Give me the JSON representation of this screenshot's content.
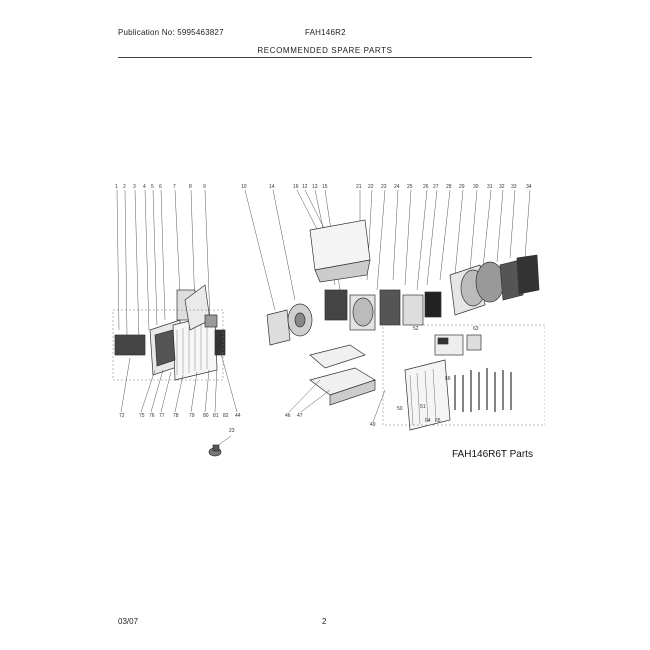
{
  "header": {
    "publication": "Publication No: 5995463827",
    "model": "FAH146R2",
    "section_title": "RECOMMENDED SPARE PARTS"
  },
  "diagram": {
    "caption": "FAH146R6T Parts",
    "callouts_top": [
      "1",
      "2",
      "3",
      "4",
      "5",
      "6",
      "7",
      "8",
      "9",
      "10",
      "14",
      "16",
      "12",
      "13",
      "15",
      "21",
      "22",
      "23",
      "24",
      "25",
      "26",
      "27",
      "28",
      "29",
      "30",
      "31",
      "32",
      "33",
      "34"
    ],
    "callouts_bottom": [
      "72",
      "75",
      "76",
      "77",
      "78",
      "79",
      "80",
      "81",
      "82",
      "44",
      "46",
      "47",
      "49",
      "50",
      "51",
      "52",
      "63",
      "64",
      "65",
      "66",
      "23"
    ],
    "icons": [
      "exploded-parts-diagram"
    ]
  },
  "footer": {
    "date": "03/07",
    "page_number": "2"
  }
}
